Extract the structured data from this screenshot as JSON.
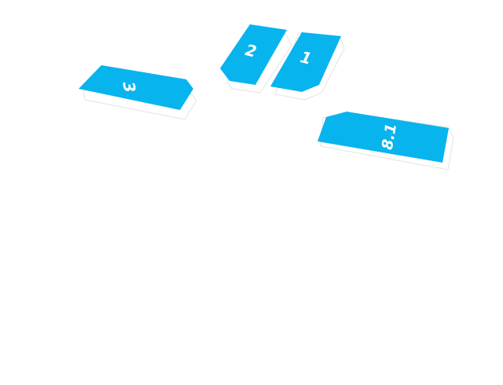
{
  "map": {
    "background_color": "#ffffff",
    "block_color": "#08b4ee",
    "block_shadow_color": "#e3e3e3"
  },
  "blocks": [
    {
      "id": "block-3",
      "label": "3"
    },
    {
      "id": "block-2",
      "label": "2"
    },
    {
      "id": "block-1",
      "label": "1"
    },
    {
      "id": "block-8-1",
      "label": "8.1"
    }
  ]
}
